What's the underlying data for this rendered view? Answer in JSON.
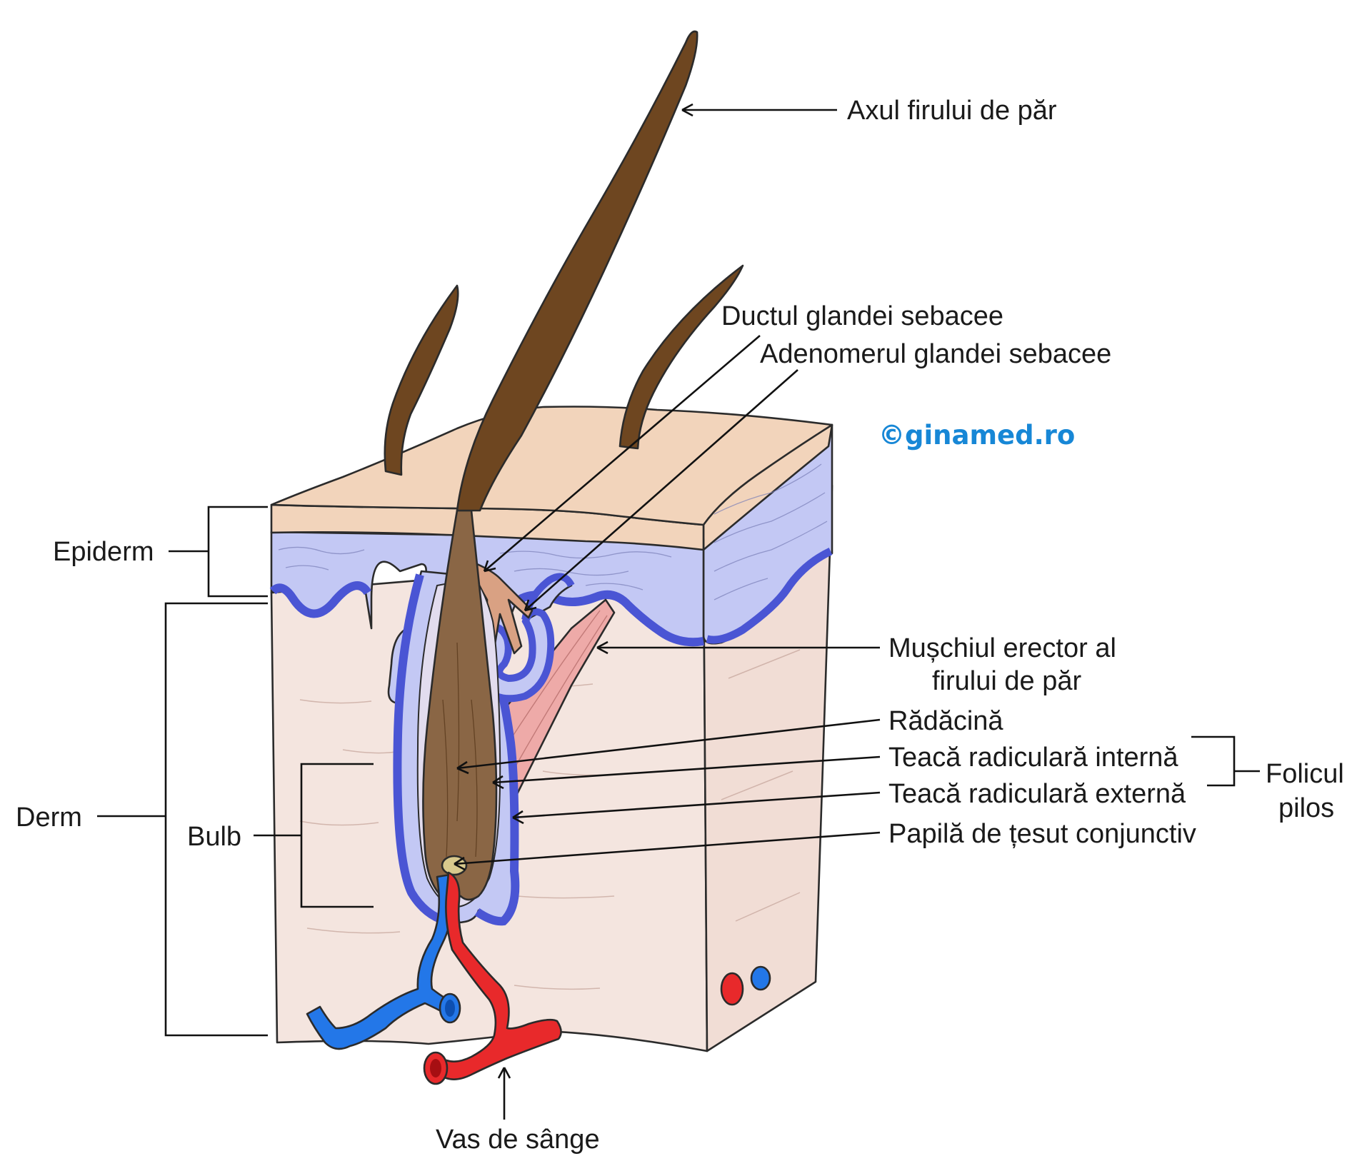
{
  "watermark": "©ginamed.ro",
  "labels": {
    "hair_shaft": "Axul firului de păr",
    "sebaceous_duct": "Ductul glandei sebacee",
    "sebaceous_adenomere": "Adenomerul glandei sebacee",
    "arrector_muscle_line1": "Mușchiul erector al",
    "arrector_muscle_line2": "firului de păr",
    "root": "Rădăcină",
    "inner_root_sheath": "Teacă radiculară internă",
    "outer_root_sheath": "Teacă radiculară externă",
    "papilla": "Papilă de țesut conjunctiv",
    "follicle_line1": "Folicul",
    "follicle_line2": "pilos",
    "epidermis": "Epiderm",
    "dermis": "Derm",
    "bulb": "Bulb",
    "blood_vessel": "Vas de sânge"
  },
  "colors": {
    "stratum_corneum": "#f2d4bb",
    "epidermis": "#c3c8f4",
    "basal_layer": "#4a55d4",
    "dermis": "#f4e5df",
    "hair": "#6e4620",
    "root": "#8a6645",
    "sebaceous_duct": "#d9a183",
    "arrector_muscle": "#eeaaa8",
    "papilla": "#d8c98d",
    "artery": "#e8292b",
    "vein": "#2377e8",
    "watermark": "#1787d6"
  }
}
